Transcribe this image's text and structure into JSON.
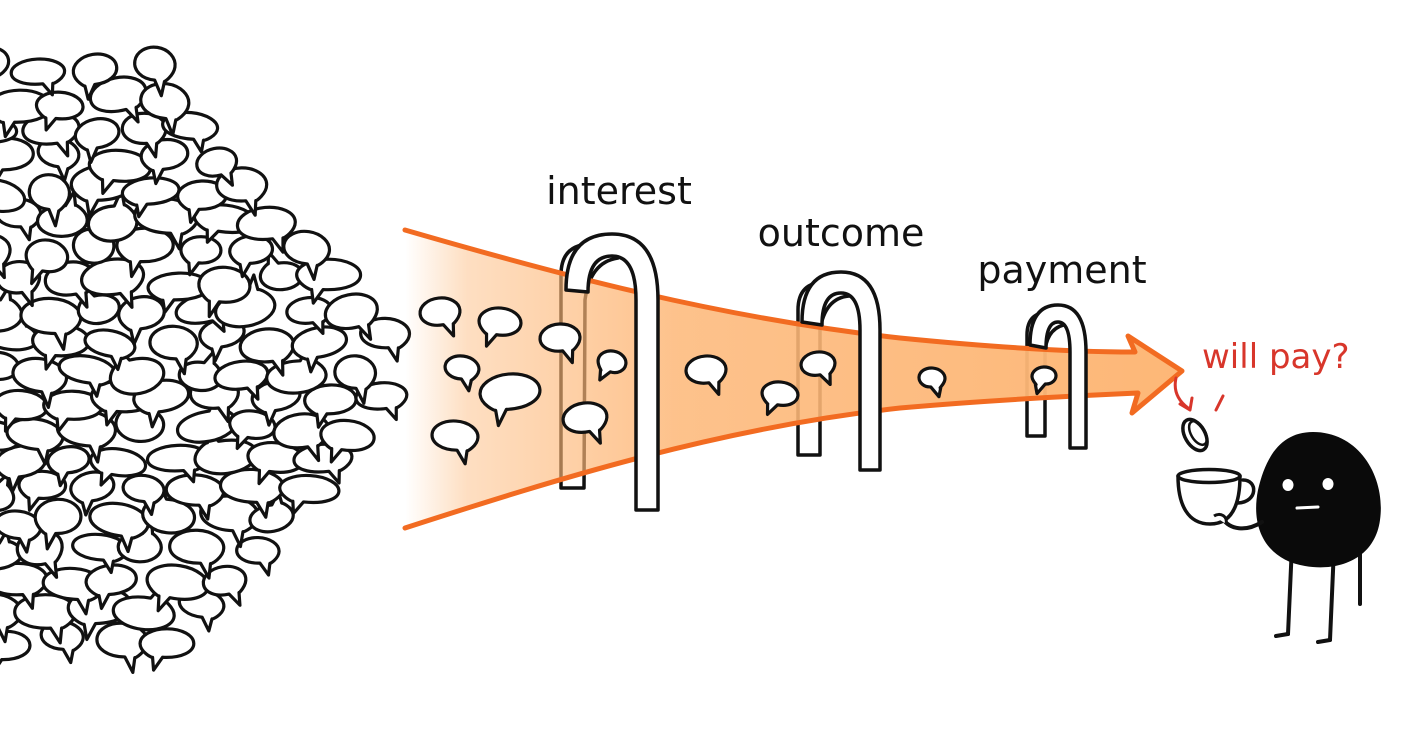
{
  "diagram": {
    "gates": [
      {
        "label": "interest"
      },
      {
        "label": "outcome"
      },
      {
        "label": "payment"
      }
    ],
    "callout": "will pay?",
    "colors": {
      "funnel_stroke": "#f26b21",
      "funnel_fill": "#fdb777",
      "callout_text": "#d8362b",
      "ink": "#111111",
      "character": "#0a0a0a"
    },
    "icons": [
      "speech-bubble-icon",
      "coin-icon",
      "coffee-cup-icon"
    ]
  }
}
